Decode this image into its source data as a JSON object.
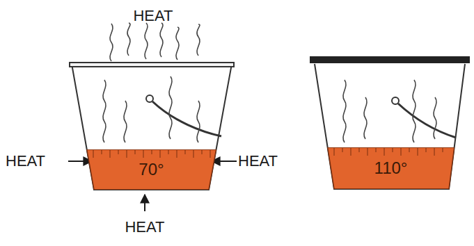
{
  "diagram": {
    "nodes": [
      {
        "text": [
          "70°"
        ]
      },
      {
        "text": [
          "110°"
        ]
      }
    ],
    "labels": [
      "HEAT",
      "HEAT",
      "HEAT",
      "HEAT"
    ]
  }
}
